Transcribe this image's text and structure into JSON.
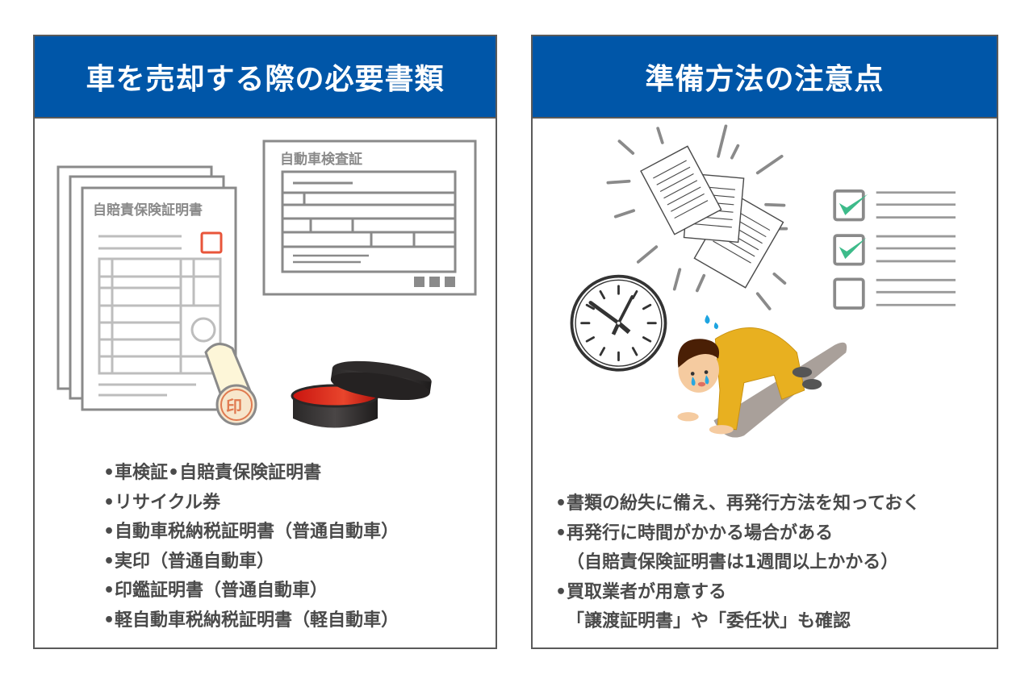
{
  "left_panel": {
    "title": "車を売却する際の必要書類",
    "illustration": {
      "insurance_doc_label": "自賠責保険証明書",
      "inspection_cert_label": "自動車検査証",
      "stamp_glyph": "印",
      "icons": [
        "document-stack-icon",
        "vehicle-inspection-certificate-icon",
        "seal-stamp-icon",
        "ink-pad-icon"
      ]
    },
    "items": [
      "•車検証•自賠責保険証明書",
      "•リサイクル券",
      "•自動車税納税証明書（普通自動車）",
      "•実印（普通自動車）",
      "•印鑑証明書（普通自動車）",
      "•軽自動車税納税証明書（軽自動車）"
    ]
  },
  "right_panel": {
    "title": "準備方法の注意点",
    "illustration": {
      "icons": [
        "scattered-papers-icon",
        "clock-icon",
        "checklist-icon",
        "worried-person-icon"
      ]
    },
    "items": [
      "•書類の紛失に備え、再発行方法を知っておく",
      "•再発行に時間がかかる場合がある",
      "（自賠責保険証明書は1週間以上かかる）",
      "•買取業者が用意する",
      "「譲渡証明書」や「委任状」も確認"
    ]
  },
  "colors": {
    "header_blue": "#0056a8",
    "border_gray": "#5a5a5a",
    "text_gray": "#4a4a4a",
    "check_green": "#3dbb8a",
    "stamp_red": "#e8452c",
    "suit_yellow": "#e8b020"
  }
}
